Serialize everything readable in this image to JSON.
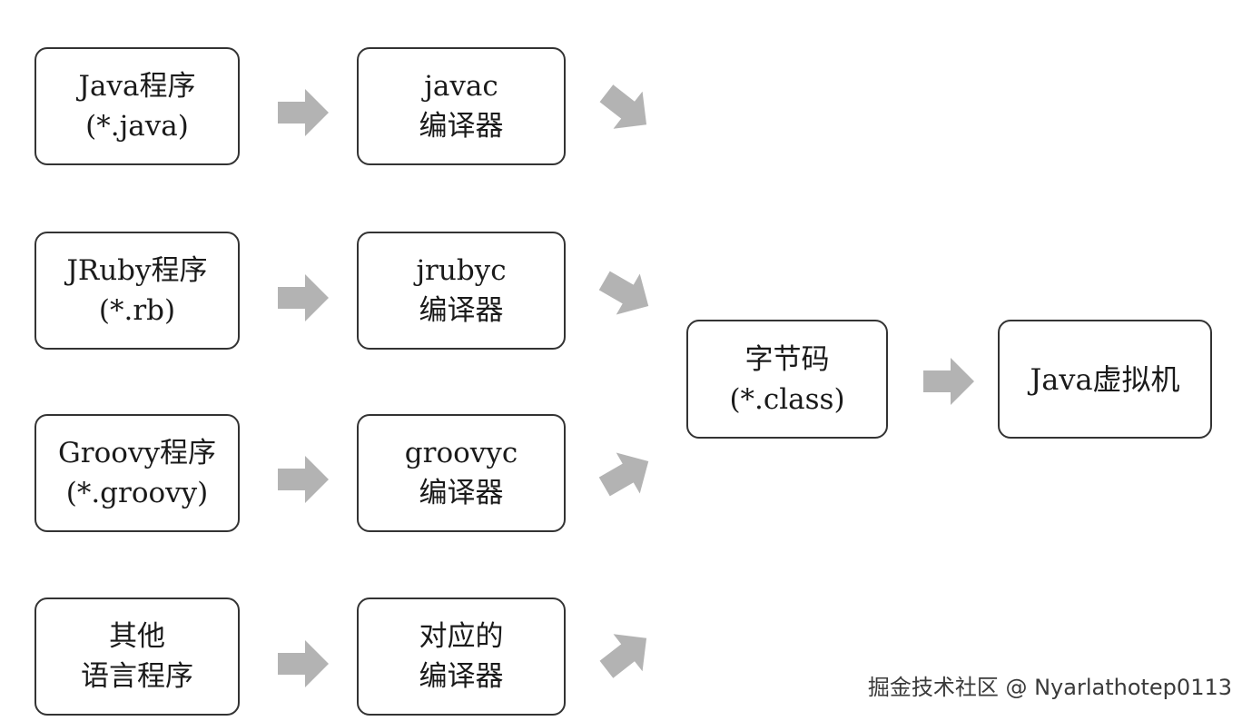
{
  "diagram": {
    "rows": [
      {
        "source": [
          "Java程序",
          "(*.java)"
        ],
        "compiler": [
          "javac",
          "编译器"
        ]
      },
      {
        "source": [
          "JRuby程序",
          "(*.rb)"
        ],
        "compiler": [
          "jrubyc",
          "编译器"
        ]
      },
      {
        "source": [
          "Groovy程序",
          "(*.groovy)"
        ],
        "compiler": [
          "groovyc",
          "编译器"
        ]
      },
      {
        "source": [
          "其他",
          "语言程序"
        ],
        "compiler": [
          "对应的",
          "编译器"
        ]
      }
    ],
    "bytecode": [
      "字节码",
      "(*.class)"
    ],
    "jvm": "Java虚拟机"
  },
  "watermark": "掘金技术社区 @ Nyarlathotep0113",
  "colors": {
    "arrow": "#b3b3b3",
    "border": "#333333",
    "text": "#1a1a1a"
  }
}
